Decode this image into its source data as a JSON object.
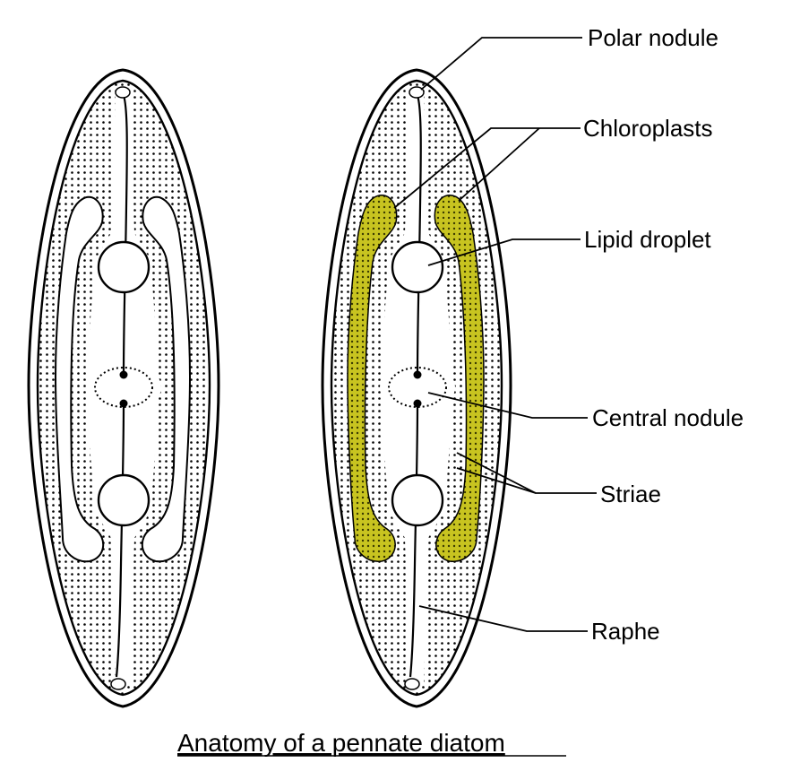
{
  "labels": {
    "polar_nodule": "Polar nodule",
    "chloroplasts": "Chloroplasts",
    "lipid_droplet": "Lipid droplet",
    "central_nodule": "Central nodule",
    "striae": "Striae",
    "raphe": "Raphe"
  },
  "caption": "Anatomy of a pennate diatom",
  "colors": {
    "chloroplast": "#c8c420",
    "outline": "#000000",
    "background": "#ffffff"
  }
}
